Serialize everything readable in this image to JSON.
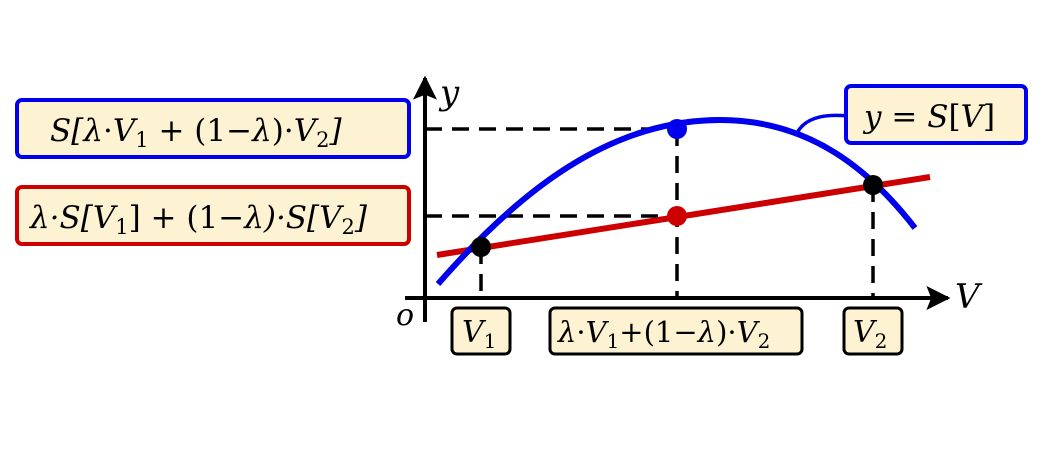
{
  "colors": {
    "curve": "#0000ee",
    "chord": "#cc0000",
    "label_fill": "#fdf3d3",
    "axis": "#000000",
    "point_mid_curve": "#0000ee",
    "point_mid_chord": "#cc0000",
    "point_ends": "#000000"
  },
  "axes": {
    "x_label": "V",
    "y_label": "y",
    "origin_label": "o"
  },
  "labels": {
    "curve_value": {
      "p1": "S[",
      "lam": "λ",
      "dot1": "·",
      "v1": "V",
      "s1": "1",
      "plus": " + (1−",
      "lam2": "λ",
      "close": ")·",
      "v2": "V",
      "s2": "2",
      "end": "]"
    },
    "chord_value": {
      "lam": "λ",
      "a": "·S[",
      "v1": "V",
      "s1": "1",
      "b": "] + (1−",
      "lam2": "λ",
      "c": ")·S[",
      "v2": "V",
      "s2": "2",
      "d": "]"
    },
    "curve_name": {
      "y": "y",
      "eq": " = ",
      "s": "S",
      "br1": "[",
      "v": "V",
      "br2": "]"
    },
    "x_v1": {
      "v": "V",
      "s": "1"
    },
    "x_mid": {
      "lam": "λ",
      "dot1": "·",
      "v1": "V",
      "s1": "1",
      "plus": "+(1−",
      "lam2": "λ",
      "close": ")·",
      "v2": "V",
      "s2": "2"
    },
    "x_v2": {
      "v": "V",
      "s": "2"
    }
  }
}
